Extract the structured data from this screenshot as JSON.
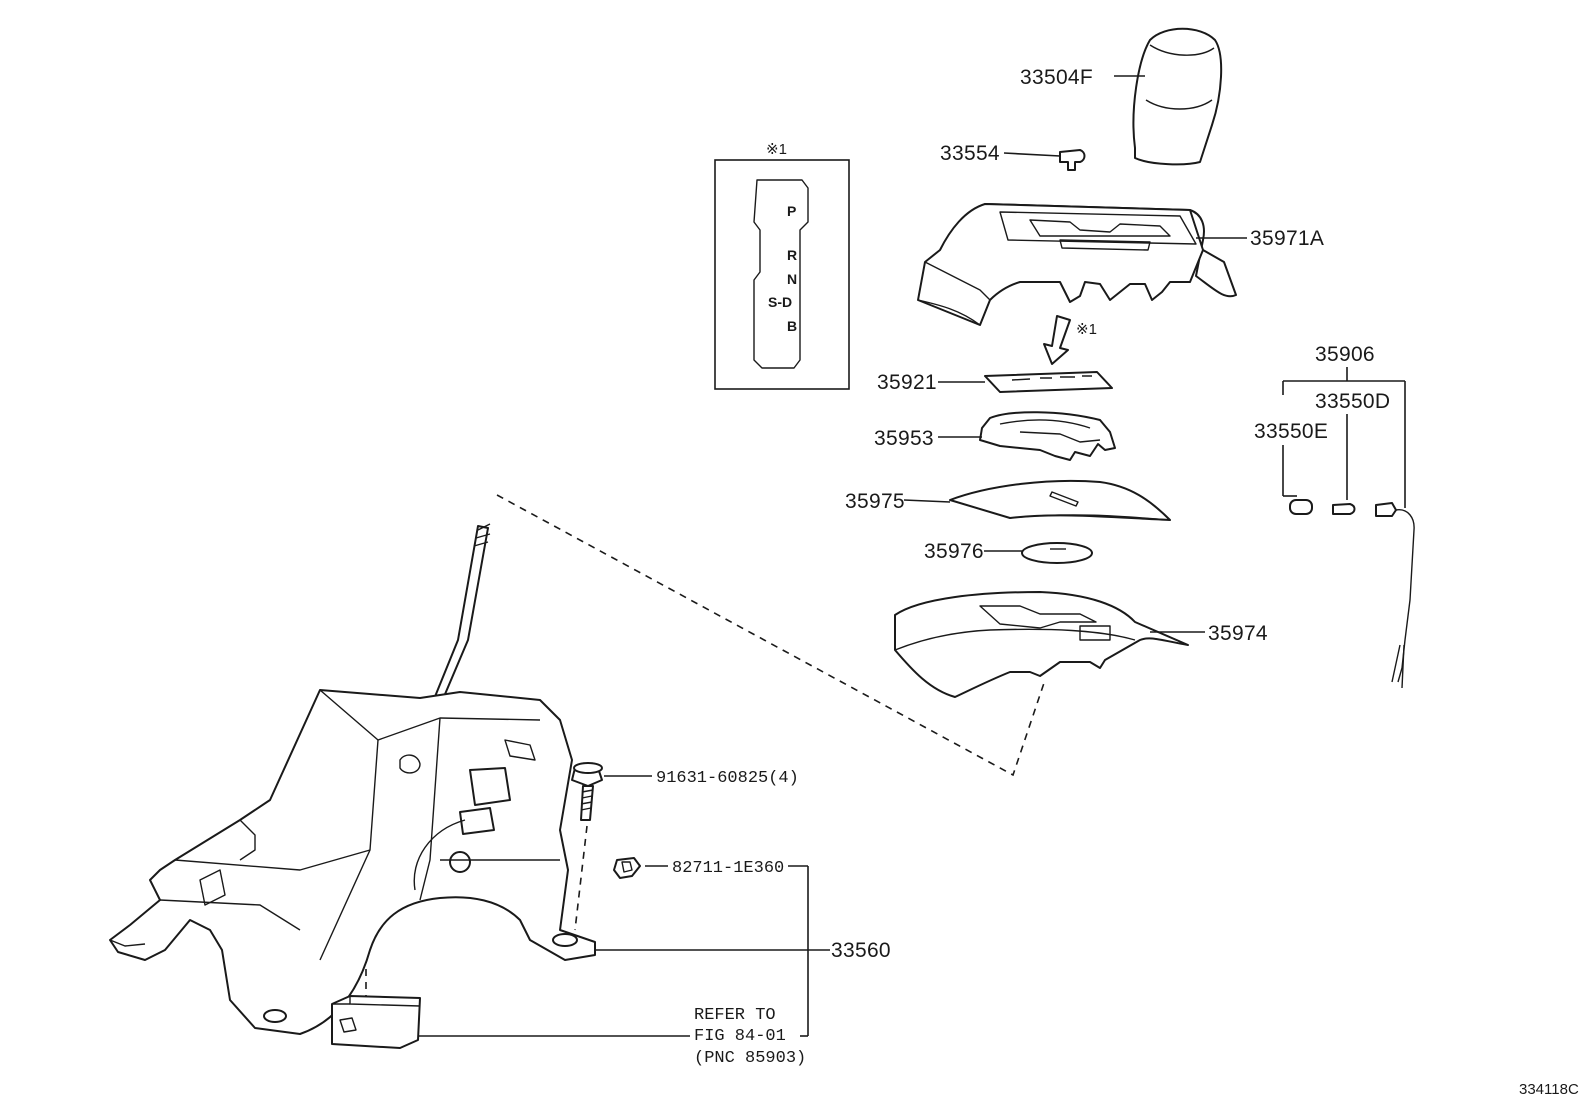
{
  "parts": {
    "knob": "33504F",
    "knob_clip": "33554",
    "housing_cover": "35971A",
    "indicator_plate": "35921",
    "indicator_housing": "35953",
    "slide_cover": "35975",
    "slide_plate": "35976",
    "lower_cover": "35974",
    "bulb_assembly": "35906",
    "bulb_d": "33550D",
    "bulb_e": "33550E",
    "bolt": "91631-60825(4)",
    "clamp": "82711-1E360",
    "shift_lever_assembly": "33560"
  },
  "inset": {
    "note_mark": "※1",
    "gears": [
      "P",
      "R",
      "N",
      "S-D",
      "B"
    ]
  },
  "arrow_note": "※1",
  "refer": {
    "line1": "REFER TO",
    "line2": "FIG 84-01",
    "line3": "(PNC 85903)"
  },
  "figure_id": "334118C"
}
